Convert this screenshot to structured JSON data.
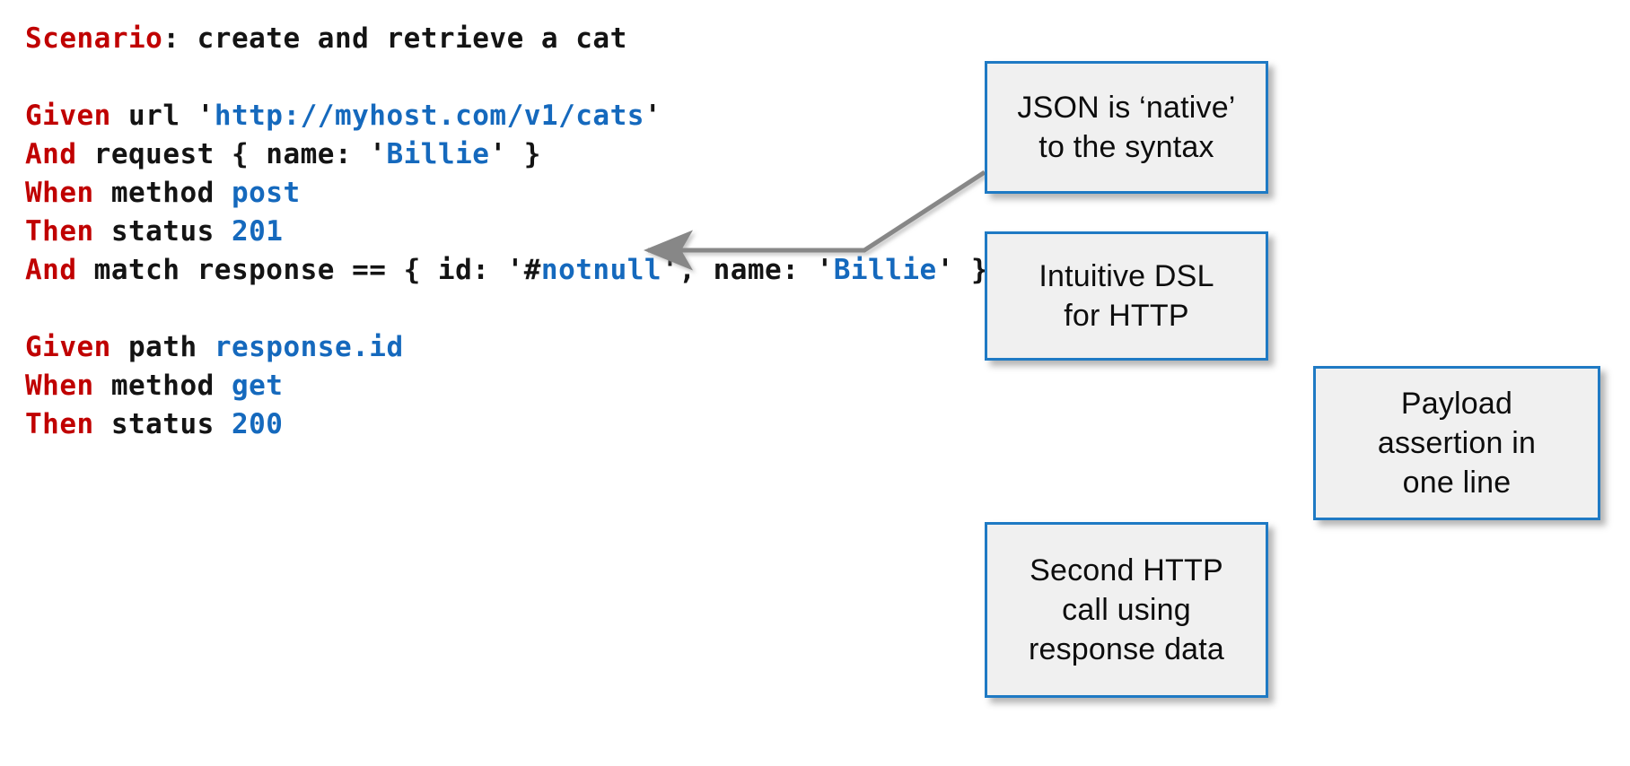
{
  "slide": {
    "background": "#ffffff",
    "accent_blue": "#1569BD",
    "keyword_red": "#C00000",
    "callout_border": "#1F7AC4",
    "callout_fill": "#F0F0F0",
    "arrow_color": "#808080"
  },
  "code": {
    "lines": [
      {
        "id": "scenario",
        "segments": [
          {
            "text": "Scenario",
            "style": "kw"
          },
          {
            "text": ": create and retrieve a cat",
            "style": "plain"
          }
        ]
      },
      {
        "id": "blank-1",
        "segments": []
      },
      {
        "id": "given-url",
        "segments": [
          {
            "text": "Given",
            "style": "kw"
          },
          {
            "text": " url '",
            "style": "plain"
          },
          {
            "text": "http://myhost.com/v1/cats",
            "style": "val"
          },
          {
            "text": "'",
            "style": "plain"
          }
        ]
      },
      {
        "id": "and-request",
        "segments": [
          {
            "text": "And",
            "style": "kw"
          },
          {
            "text": " request { name: '",
            "style": "plain"
          },
          {
            "text": "Billie",
            "style": "val"
          },
          {
            "text": "' }",
            "style": "plain"
          }
        ]
      },
      {
        "id": "when-method-post",
        "segments": [
          {
            "text": "When",
            "style": "kw"
          },
          {
            "text": " method ",
            "style": "plain"
          },
          {
            "text": "post",
            "style": "val"
          }
        ]
      },
      {
        "id": "then-status-201",
        "segments": [
          {
            "text": "Then",
            "style": "kw"
          },
          {
            "text": " status ",
            "style": "plain"
          },
          {
            "text": "201",
            "style": "val"
          }
        ]
      },
      {
        "id": "and-match-response",
        "segments": [
          {
            "text": "And",
            "style": "kw"
          },
          {
            "text": " match response == { id: '#",
            "style": "plain"
          },
          {
            "text": "notnull",
            "style": "val"
          },
          {
            "text": "', name: '",
            "style": "plain"
          },
          {
            "text": "Billie",
            "style": "val"
          },
          {
            "text": "' }",
            "style": "plain"
          }
        ]
      },
      {
        "id": "blank-2",
        "segments": []
      },
      {
        "id": "given-path",
        "segments": [
          {
            "text": "Given",
            "style": "kw"
          },
          {
            "text": " path ",
            "style": "plain"
          },
          {
            "text": "response.id",
            "style": "val"
          }
        ]
      },
      {
        "id": "when-method-get",
        "segments": [
          {
            "text": "When",
            "style": "kw"
          },
          {
            "text": " method ",
            "style": "plain"
          },
          {
            "text": "get",
            "style": "val"
          }
        ]
      },
      {
        "id": "then-status-200",
        "segments": [
          {
            "text": "Then",
            "style": "kw"
          },
          {
            "text": " status ",
            "style": "plain"
          },
          {
            "text": "200",
            "style": "val"
          }
        ]
      }
    ]
  },
  "callouts": {
    "json_native": "JSON is ‘native’\nto the syntax",
    "intuitive_dsl": "Intuitive DSL\nfor HTTP",
    "payload_assertion": "Payload\nassertion in\none line",
    "second_http": "Second HTTP\ncall using\nresponse data"
  }
}
